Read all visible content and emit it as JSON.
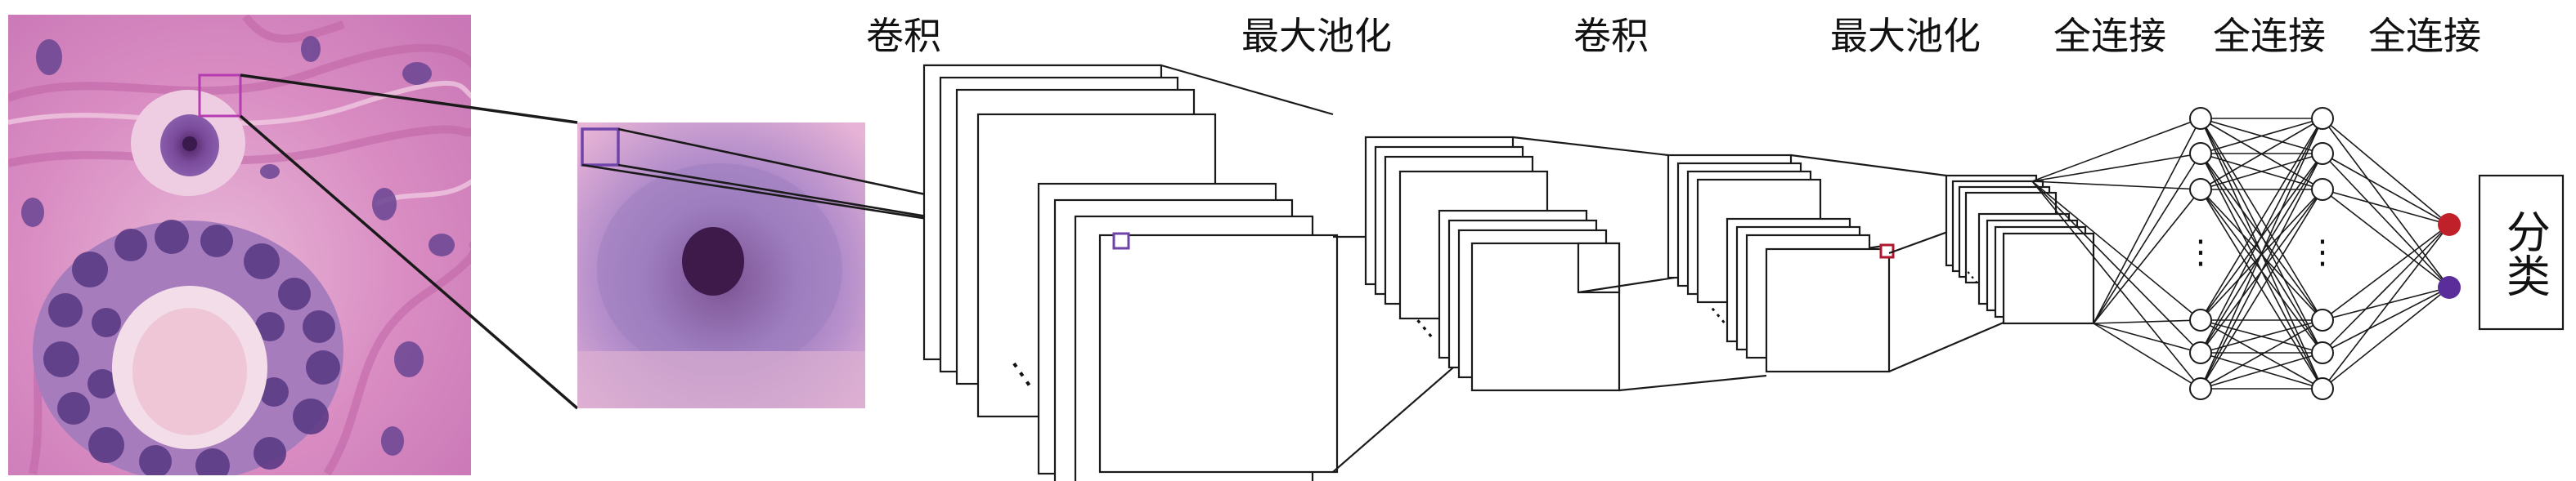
{
  "labels": {
    "conv1": "卷积",
    "pool1": "最大池化",
    "conv2": "卷积",
    "pool2": "最大池化",
    "fc1": "全连接",
    "fc2": "全连接",
    "fc3": "全连接"
  },
  "ellipsis": "⋮",
  "classify": "分类",
  "output_colors": {
    "top": "#c0202a",
    "bottom": "#5b2d9a"
  },
  "patch_colors": {
    "tissue": "#b53bb0",
    "first_kernel": "#6e44a8",
    "second_kernel": "#b0162e"
  }
}
